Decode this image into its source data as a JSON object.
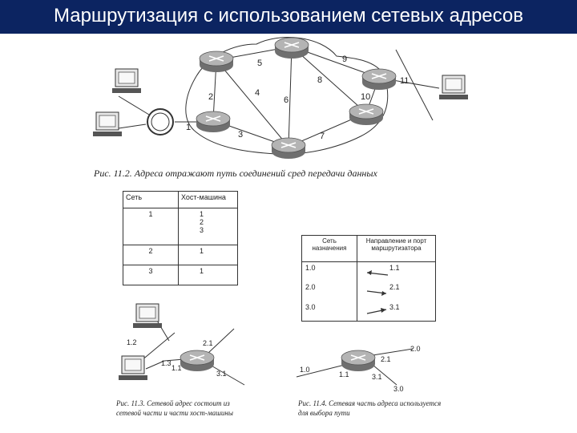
{
  "slide": {
    "title": "Маршрутизация с использованием сетевых адресов"
  },
  "figure_11_2": {
    "caption": "Рис. 11.2. Адреса отражают путь соединений сред передачи данных",
    "link_labels": [
      "1",
      "2",
      "3",
      "4",
      "5",
      "6",
      "7",
      "8",
      "9",
      "10",
      "11"
    ]
  },
  "table_11_2": {
    "headers": [
      "Сеть",
      "Хост-машина"
    ],
    "rows": [
      {
        "net": "1",
        "hosts": "1\n2\n3"
      },
      {
        "net": "2",
        "hosts": "1"
      },
      {
        "net": "3",
        "hosts": "1"
      }
    ]
  },
  "table_11_4": {
    "headers": [
      "Сеть\nназначения",
      "Направление и порт\nмаршрутизатора"
    ],
    "rows": [
      {
        "dest": "1.0",
        "port": "1.1"
      },
      {
        "dest": "2.0",
        "port": "2.1"
      },
      {
        "dest": "3.0",
        "port": "3.1"
      }
    ]
  },
  "figure_11_3": {
    "caption": "Рис. 11.3. Сетевой адрес состоит из сетевой части и части хост-машины",
    "labels": [
      "1.2",
      "1.3",
      "1.1",
      "2.1",
      "3.1"
    ]
  },
  "figure_11_4": {
    "caption": "Рис. 11.4. Сетевая часть адреса используется для выбора пути",
    "labels": [
      "1.0",
      "1.1",
      "2.1",
      "2.0",
      "3.1",
      "3.0"
    ]
  }
}
